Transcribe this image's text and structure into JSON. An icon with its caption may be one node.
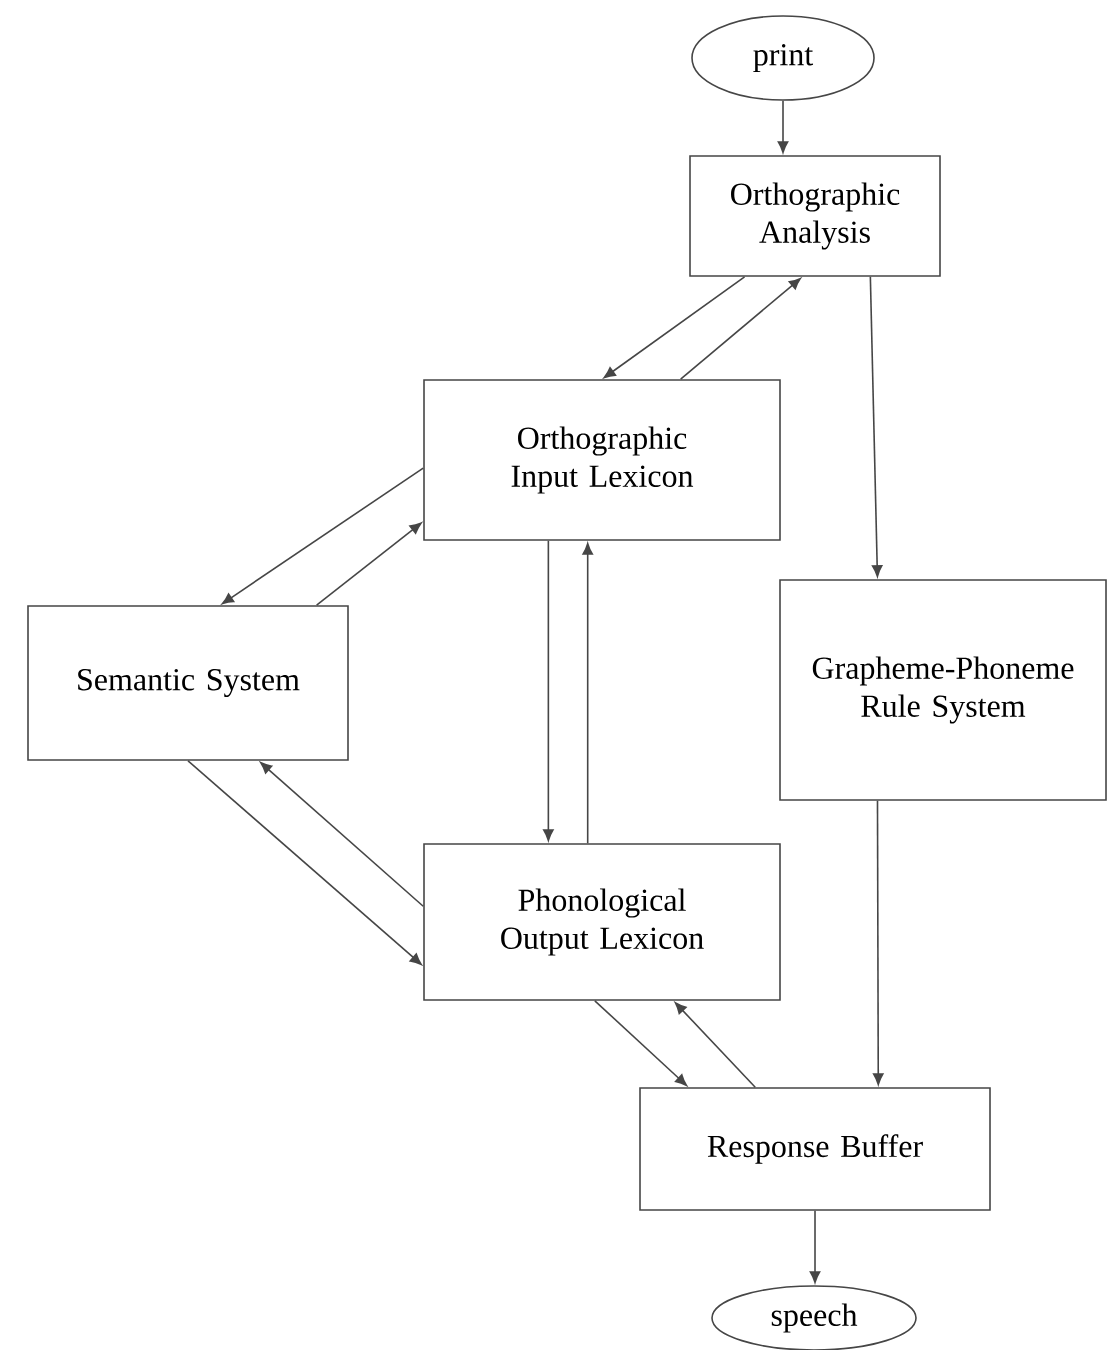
{
  "diagram": {
    "nodes": [
      {
        "text": [
          "print"
        ]
      },
      {
        "text": [
          "Orthographic Analysis"
        ]
      },
      {
        "text": [
          "Orthographic Input Lexicon"
        ]
      },
      {
        "text": [
          "Semantic System"
        ]
      },
      {
        "text": [
          "Grapheme-Phoneme Rule System"
        ]
      },
      {
        "text": [
          "Phonological Output Lexicon"
        ]
      },
      {
        "text": [
          "Response Buffer"
        ]
      },
      {
        "text": [
          "speech"
        ]
      }
    ],
    "edges": [
      {
        "from": 0,
        "to": 1,
        "arrow": "to"
      },
      {
        "from": 1,
        "to": 2,
        "arrow": "to"
      },
      {
        "from": 2,
        "to": 1,
        "arrow": "to"
      },
      {
        "from": 1,
        "to": 4,
        "arrow": "to"
      },
      {
        "from": 2,
        "to": 3,
        "arrow": "to"
      },
      {
        "from": 3,
        "to": 2,
        "arrow": "to"
      },
      {
        "from": 2,
        "to": 5,
        "arrow": "to"
      },
      {
        "from": 5,
        "to": 2,
        "arrow": "to"
      },
      {
        "from": 3,
        "to": 5,
        "arrow": "to"
      },
      {
        "from": 5,
        "to": 3,
        "arrow": "to"
      },
      {
        "from": 5,
        "to": 6,
        "arrow": "to"
      },
      {
        "from": 6,
        "to": 5,
        "arrow": "to"
      },
      {
        "from": 4,
        "to": 6,
        "arrow": "to"
      },
      {
        "from": 6,
        "to": 7,
        "arrow": "to"
      }
    ]
  }
}
